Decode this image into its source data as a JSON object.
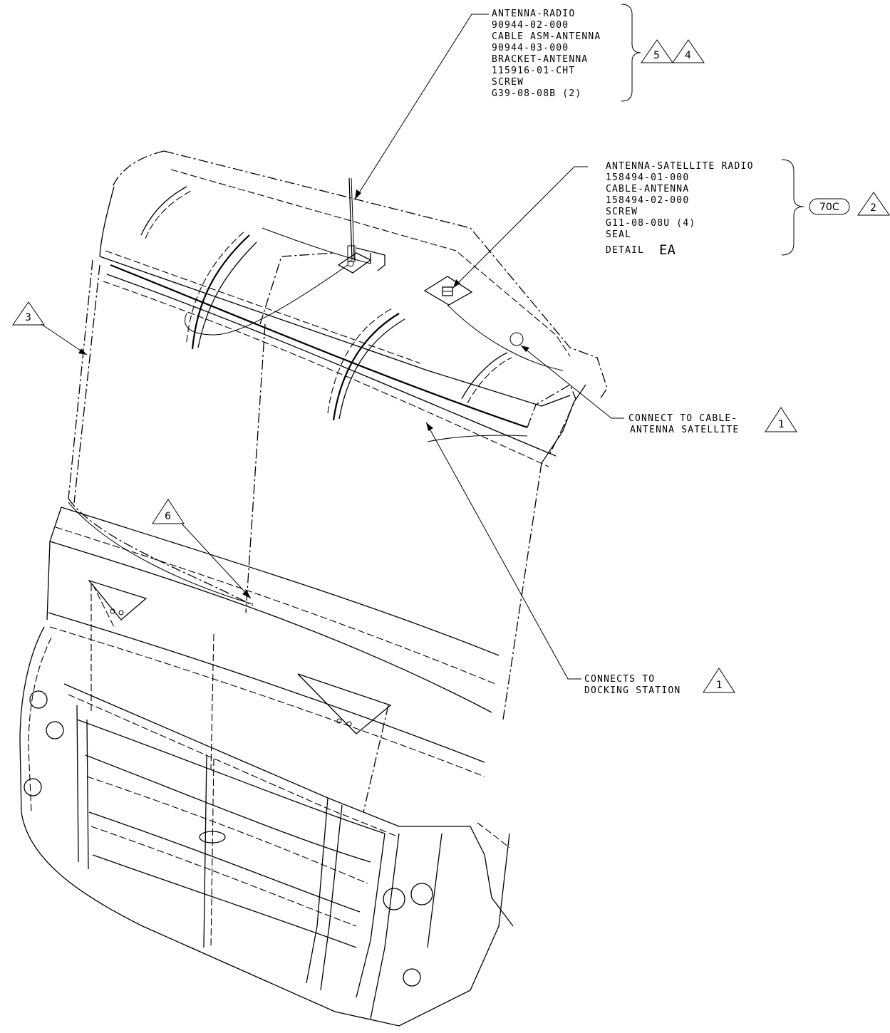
{
  "notes": {
    "antenna_radio": {
      "lines": [
        "ANTENNA-RADIO",
        "90944-02-000",
        "CABLE ASM-ANTENNA",
        "90944-03-000",
        "BRACKET-ANTENNA",
        "115916-01-CHT",
        "SCREW",
        "G39-08-08B (2)"
      ],
      "flags": [
        "5",
        "4"
      ]
    },
    "antenna_satellite": {
      "lines": [
        "ANTENNA-SATELLITE RADIO",
        "158494-01-000",
        "CABLE-ANTENNA",
        "158494-02-000",
        "SCREW",
        "G11-08-08U (4)",
        "SEAL"
      ],
      "detail_prefix": "DETAIL",
      "detail_id": "EA",
      "callout": "70C",
      "flag": "2"
    },
    "connect_cable": {
      "lines": [
        "CONNECT TO CABLE-",
        "ANTENNA SATELLITE"
      ],
      "flag": "1"
    },
    "connects_docking": {
      "lines": [
        "CONNECTS TO",
        "DOCKING STATION"
      ],
      "flag": "1"
    },
    "flag_left": "3",
    "flag_center": "6"
  }
}
